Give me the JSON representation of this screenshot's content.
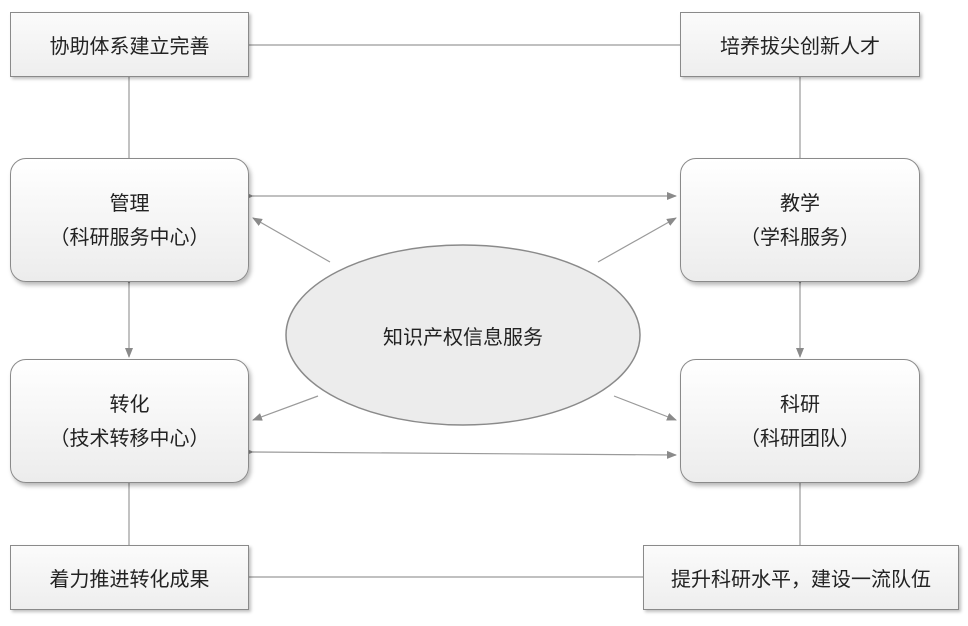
{
  "diagram": {
    "top_left": "协助体系建立完善",
    "top_right": "培养拔尖创新人才",
    "bottom_left": "着力推进转化成果",
    "bottom_right": "提升科研水平，建设一流队伍",
    "management": {
      "title": "管理",
      "subtitle": "（科研服务中心）"
    },
    "teaching": {
      "title": "教学",
      "subtitle": "（学科服务）"
    },
    "transformation": {
      "title": "转化",
      "subtitle": "（技术转移中心）"
    },
    "research": {
      "title": "科研",
      "subtitle": "（科研团队）"
    },
    "center": "知识产权信息服务"
  }
}
